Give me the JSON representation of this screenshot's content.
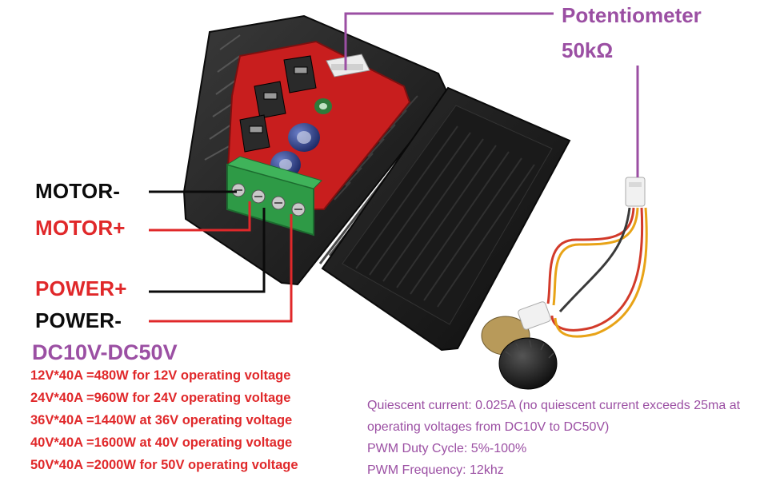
{
  "labels": {
    "motor_minus": "MOTOR-",
    "motor_plus": "MOTOR+",
    "power_plus": "POWER+",
    "power_minus": "POWER-"
  },
  "potentiometer": {
    "title": "Potentiometer",
    "value": "50kΩ"
  },
  "voltage_range": "DC10V-DC50V",
  "specs": [
    "12V*40A =480W for 12V operating voltage",
    "24V*40A =960W for 24V operating voltage",
    "36V*40A =1440W at 36V operating voltage",
    "40V*40A =1600W at 40V operating voltage",
    "50V*40A =2000W for 50V operating voltage"
  ],
  "info": {
    "quiescent": "Quiescent current: 0.025A (no quiescent current exceeds 25ma at operating voltages from DC10V to DC50V)",
    "duty_cycle": "PWM Duty Cycle: 5%-100%",
    "frequency": "PWM Frequency: 12khz"
  },
  "colors": {
    "label_red": "#e0282a",
    "label_black": "#0b0b0b",
    "accent_purple": "#9b4fa3",
    "terminal_green": "#2e9a46",
    "pcb_red": "#c81e1e",
    "case_black": "#1b1b1b"
  }
}
